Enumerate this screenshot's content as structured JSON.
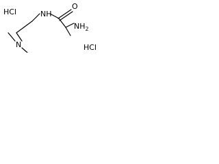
{
  "molecule": {
    "atoms": {
      "hcl_left": "HCl",
      "hcl_right": "HCl",
      "amide_nh": "NH",
      "amide_o": "O",
      "amine_nh2": "NH",
      "amine_nh2_sub": "2",
      "dimethyl_n": "N"
    },
    "colors": {
      "ink": "#000000",
      "background": "#ffffff"
    }
  }
}
